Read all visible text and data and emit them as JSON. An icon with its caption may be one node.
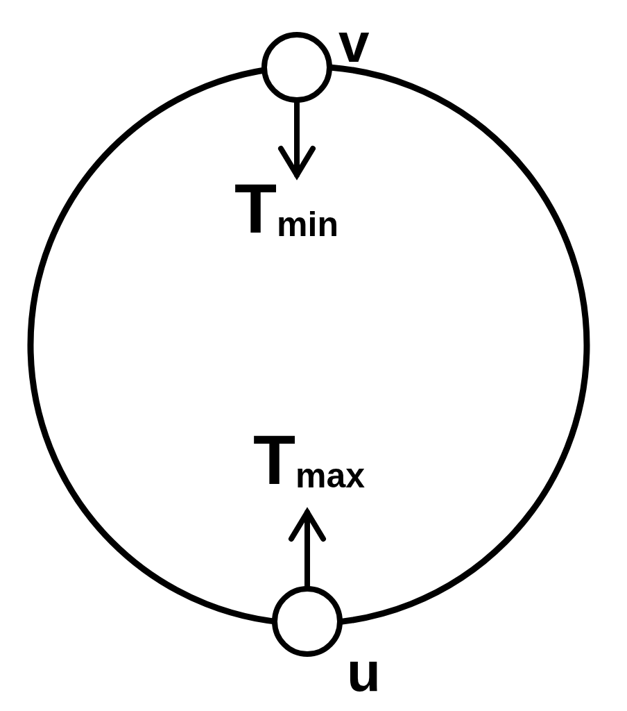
{
  "diagram": {
    "labels": [
      "v",
      "T$_{min}$",
      "T$_{max}$",
      "u"
    ]
  }
}
